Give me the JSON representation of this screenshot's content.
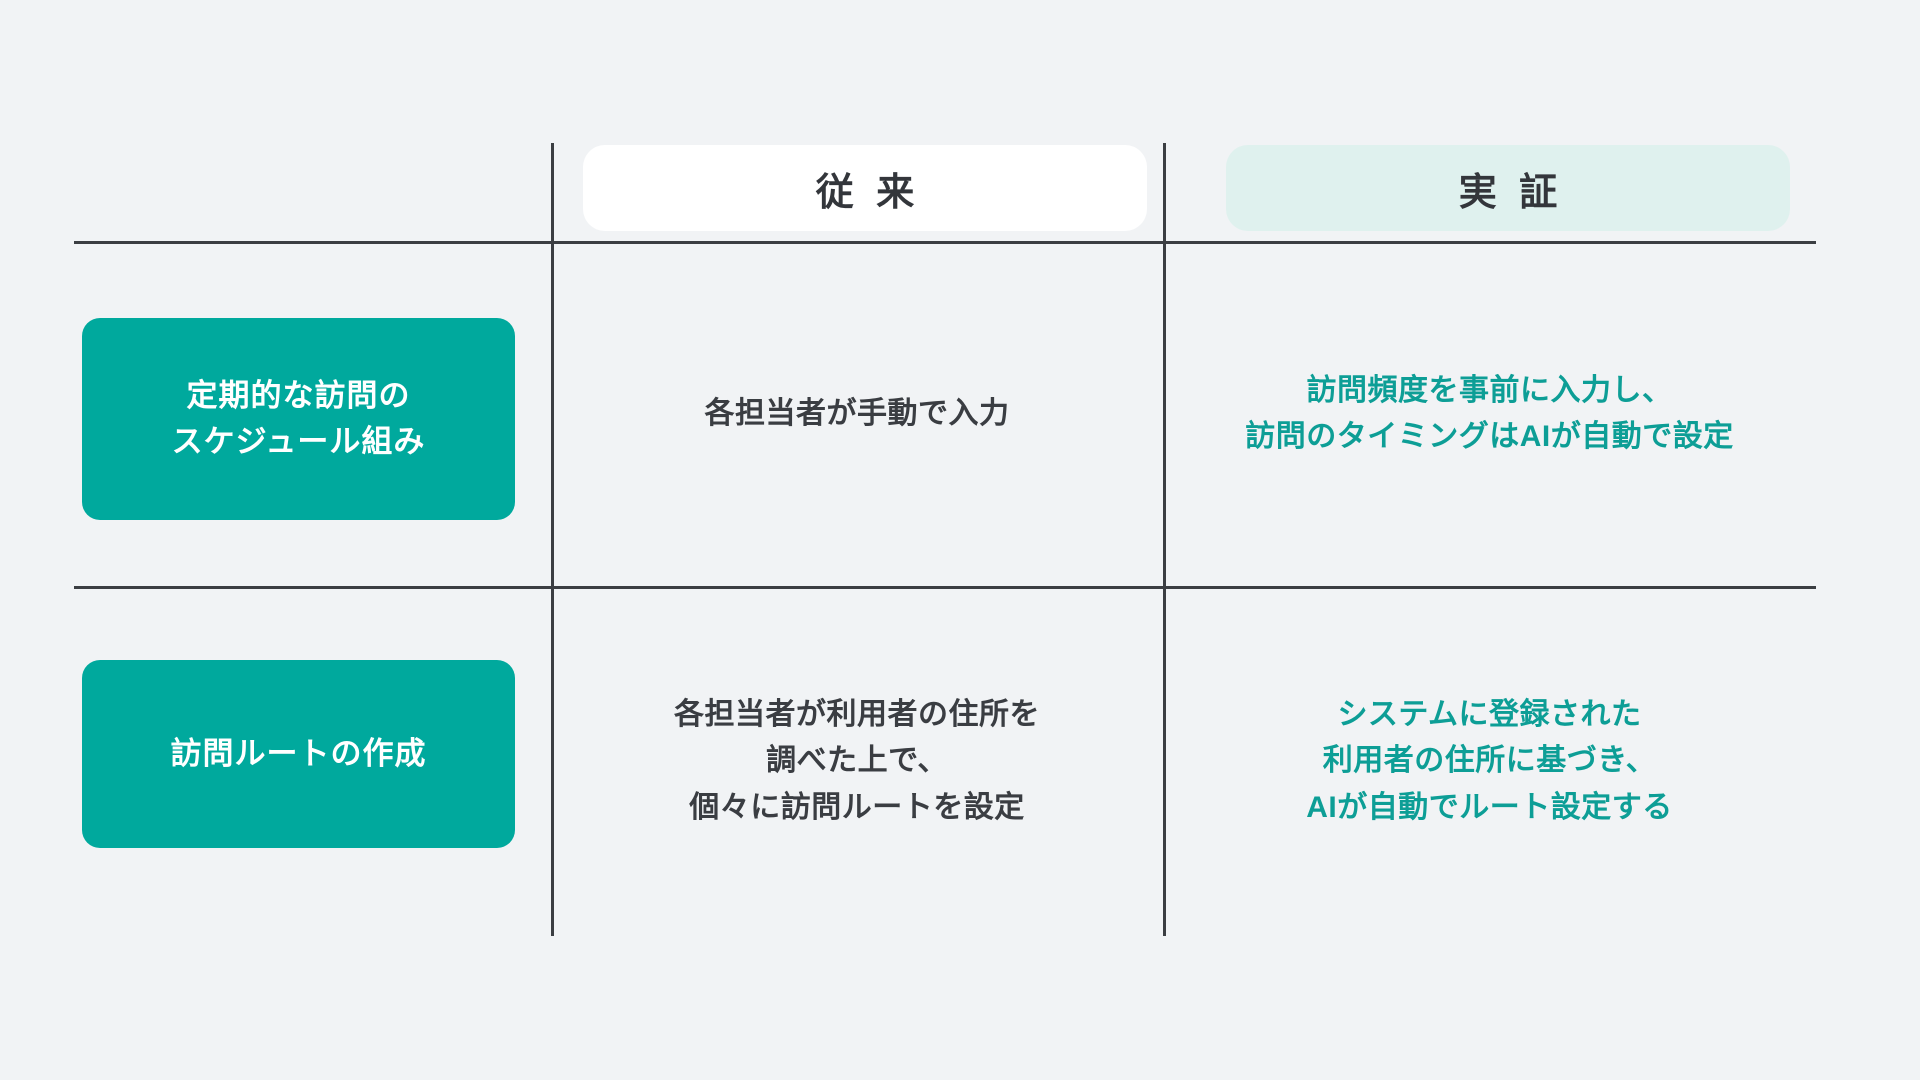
{
  "theme": {
    "background": "#f1f3f5",
    "teal": "#00a99d",
    "teal_text": "#0d9e96",
    "mint_pill": "#dff1ee",
    "dark_text": "#3a3d42",
    "rule": "#3b3e42",
    "white": "#ffffff"
  },
  "columns": {
    "conventional_header": "従 来",
    "demo_header": "実 証"
  },
  "rows": [
    {
      "label_lines": [
        "定期的な訪問の",
        "スケジュール組み"
      ],
      "conventional_lines": [
        "各担当者が手動で入力"
      ],
      "demo_lines": [
        "訪問頻度を事前に入力し、",
        "訪問のタイミングはAIが自動で設定"
      ]
    },
    {
      "label_lines": [
        "訪問ルートの作成"
      ],
      "conventional_lines": [
        "各担当者が利用者の住所を",
        "調べた上で、",
        "個々に訪問ルートを設定"
      ],
      "demo_lines": [
        "システムに登録された",
        "利用者の住所に基づき、",
        "AIが自動でルート設定する"
      ]
    }
  ]
}
